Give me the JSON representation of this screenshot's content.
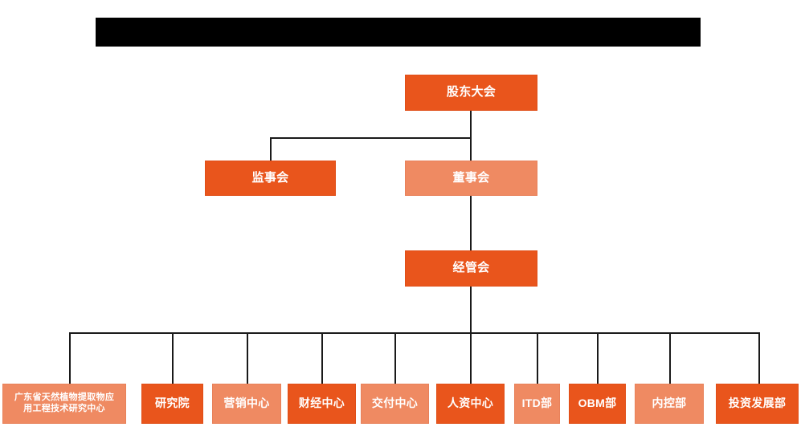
{
  "chart_data": {
    "type": "diagram",
    "title": "",
    "subtype": "organization-chart",
    "orientation": "top-down",
    "background_color": "#ffffff",
    "colors": {
      "node_dark": "#e9551c",
      "node_light": "#ef8a62",
      "node_text": "#ffffff",
      "connector": "#1a1a1a",
      "redaction": "#000000"
    },
    "levels": [
      {
        "level": 1,
        "nodes": [
          {
            "id": "shareholders",
            "label": "股东大会",
            "style": "dark"
          }
        ]
      },
      {
        "level": 2,
        "nodes": [
          {
            "id": "supervisors",
            "label": "监事会",
            "style": "dark"
          },
          {
            "id": "directors",
            "label": "董事会",
            "style": "light"
          }
        ]
      },
      {
        "level": 3,
        "nodes": [
          {
            "id": "management",
            "label": "经管会",
            "style": "dark"
          }
        ]
      },
      {
        "level": 4,
        "nodes": [
          {
            "id": "research-center",
            "label": "广东省天然植物提取物应用工程技术研究中心",
            "style": "light"
          },
          {
            "id": "institute",
            "label": "研究院",
            "style": "dark"
          },
          {
            "id": "marketing",
            "label": "营销中心",
            "style": "light"
          },
          {
            "id": "finance",
            "label": "财经中心",
            "style": "dark"
          },
          {
            "id": "delivery",
            "label": "交付中心",
            "style": "light"
          },
          {
            "id": "hr",
            "label": "人资中心",
            "style": "dark"
          },
          {
            "id": "itd",
            "label": "ITD部",
            "style": "light"
          },
          {
            "id": "obm",
            "label": "OBM部",
            "style": "dark"
          },
          {
            "id": "internal-control",
            "label": "内控部",
            "style": "light"
          },
          {
            "id": "investment",
            "label": "投资发展部",
            "style": "dark"
          }
        ]
      }
    ],
    "edges": [
      {
        "from": "shareholders",
        "to": "supervisors"
      },
      {
        "from": "shareholders",
        "to": "directors"
      },
      {
        "from": "directors",
        "to": "management"
      },
      {
        "from": "management",
        "to": "research-center"
      },
      {
        "from": "management",
        "to": "institute"
      },
      {
        "from": "management",
        "to": "marketing"
      },
      {
        "from": "management",
        "to": "finance"
      },
      {
        "from": "management",
        "to": "delivery"
      },
      {
        "from": "management",
        "to": "hr"
      },
      {
        "from": "management",
        "to": "itd"
      },
      {
        "from": "management",
        "to": "obm"
      },
      {
        "from": "management",
        "to": "internal-control"
      },
      {
        "from": "management",
        "to": "investment"
      }
    ]
  },
  "nodes": {
    "shareholders": {
      "line1": "股东大会"
    },
    "supervisors": {
      "line1": "监事会"
    },
    "directors": {
      "line1": "董事会"
    },
    "management": {
      "line1": "经管会"
    },
    "research_center": {
      "line1": "广东省天然植物提取物应",
      "line2": "用工程技术研究中心"
    },
    "institute": {
      "line1": "研究院"
    },
    "marketing": {
      "line1": "营销中心"
    },
    "finance": {
      "line1": "财经中心"
    },
    "delivery": {
      "line1": "交付中心"
    },
    "hr": {
      "line1": "人资中心"
    },
    "itd": {
      "line1": "ITD部"
    },
    "obm": {
      "line1": "OBM部"
    },
    "internal_control": {
      "line1": "内控部"
    },
    "investment": {
      "line1": "投资发展部"
    }
  },
  "redaction": {
    "label": ""
  }
}
